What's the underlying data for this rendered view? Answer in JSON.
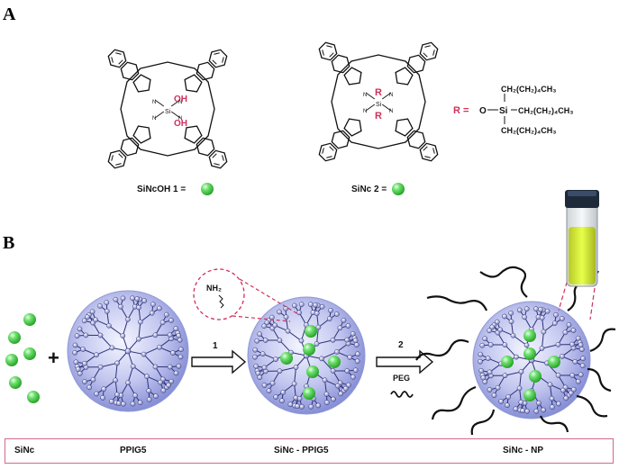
{
  "panels": {
    "a": "A",
    "b": "B"
  },
  "panel_a": {
    "compound1": {
      "center": "Si",
      "axial_top": "OH",
      "axial_bottom": "OH",
      "n_label": "N",
      "caption": "SiNcOH 1 ="
    },
    "compound2": {
      "center": "Si",
      "axial_top": "R",
      "axial_bottom": "R",
      "n_label": "N",
      "caption": "SiNc 2 ="
    },
    "r_group": {
      "label": "R =",
      "o": "O",
      "si": "Si",
      "chain_top": "CH₂(CH₂)₄CH₃",
      "chain_mid": "CH₂(CH₂)₄CH₃",
      "chain_bot": "CH₂(CH₂)₄CH₃"
    }
  },
  "panel_b": {
    "plus": "+",
    "nh2": "NH₂",
    "step1": "1",
    "step2": "2",
    "peg": "PEG",
    "labels": [
      "SiNc",
      "PPIG5",
      "SiNc - PPIG5",
      "SiNc - NP"
    ]
  },
  "colors": {
    "accent_red": "#d0305a",
    "sphere_green": "#3fcc3f",
    "dendrimer_blue": "#8e96dc",
    "label_border": "#d06a8a"
  }
}
